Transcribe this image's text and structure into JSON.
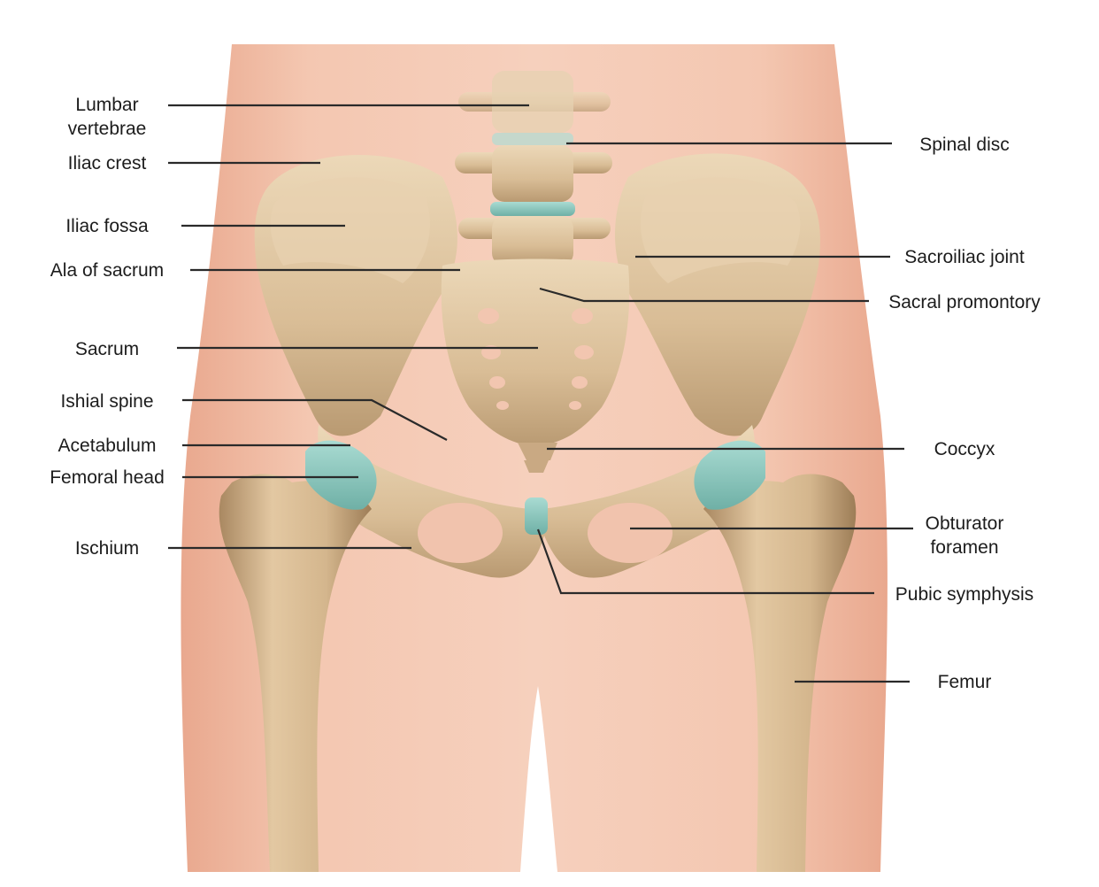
{
  "colors": {
    "background": "#ffffff",
    "skin": "#f3c2ab",
    "skin_shadow": "#e8a68b",
    "bone": "#d8bd97",
    "bone_shadow": "#b89a72",
    "cartilage": "#8fc9c0",
    "leader_line": "#2a2a2a",
    "label_text": "#1c1c1c"
  },
  "labels": {
    "lumbar_vertebrae_l1": "Lumbar",
    "lumbar_vertebrae_l2": "vertebrae",
    "iliac_crest": "Iliac crest",
    "iliac_fossa": "Iliac fossa",
    "ala_of_sacrum": "Ala of sacrum",
    "sacrum": "Sacrum",
    "ishial_spine": "Ishial spine",
    "acetabulum": "Acetabulum",
    "femoral_head": "Femoral head",
    "ischium": "Ischium",
    "spinal_disc": "Spinal disc",
    "sacroiliac_joint": "Sacroiliac joint",
    "sacral_promontory": "Sacral promontory",
    "coccyx": "Coccyx",
    "obturator_foramen_l1": "Obturator",
    "obturator_foramen_l2": "foramen",
    "pubic_symphysis": "Pubic symphysis",
    "femur": "Femur"
  }
}
